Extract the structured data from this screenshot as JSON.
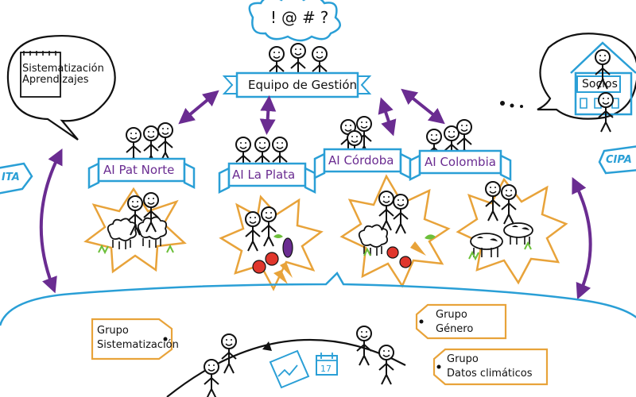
{
  "thought_cloud": {
    "symbols": "!@#?"
  },
  "management_team": {
    "label": "Equipo de Gestión"
  },
  "systematization": {
    "line1": "Sistematización",
    "line2": "Aprendizajes"
  },
  "partners": {
    "label": "Socios"
  },
  "left_banner": {
    "text": "ITA"
  },
  "right_banner": {
    "text": "CIPA"
  },
  "regions": [
    {
      "label": "AI Pat Norte"
    },
    {
      "label": "AI La Plata"
    },
    {
      "label": "AI Córdoba"
    },
    {
      "label": "AI Colombia"
    }
  ],
  "groups": {
    "systematization": {
      "line1": "Grupo",
      "line2": "Sistematización"
    },
    "gender": {
      "line1": "Grupo",
      "line2": "Género"
    },
    "climate": {
      "line1": "Grupo",
      "line2": "Datos climáticos"
    }
  },
  "calendar": {
    "day": "17"
  },
  "colors": {
    "blue": "#2a9fd6",
    "purple": "#6a2c91",
    "orange": "#e8a33a",
    "green": "#6cbf3a",
    "red": "#e0362c",
    "ink": "#111111"
  }
}
